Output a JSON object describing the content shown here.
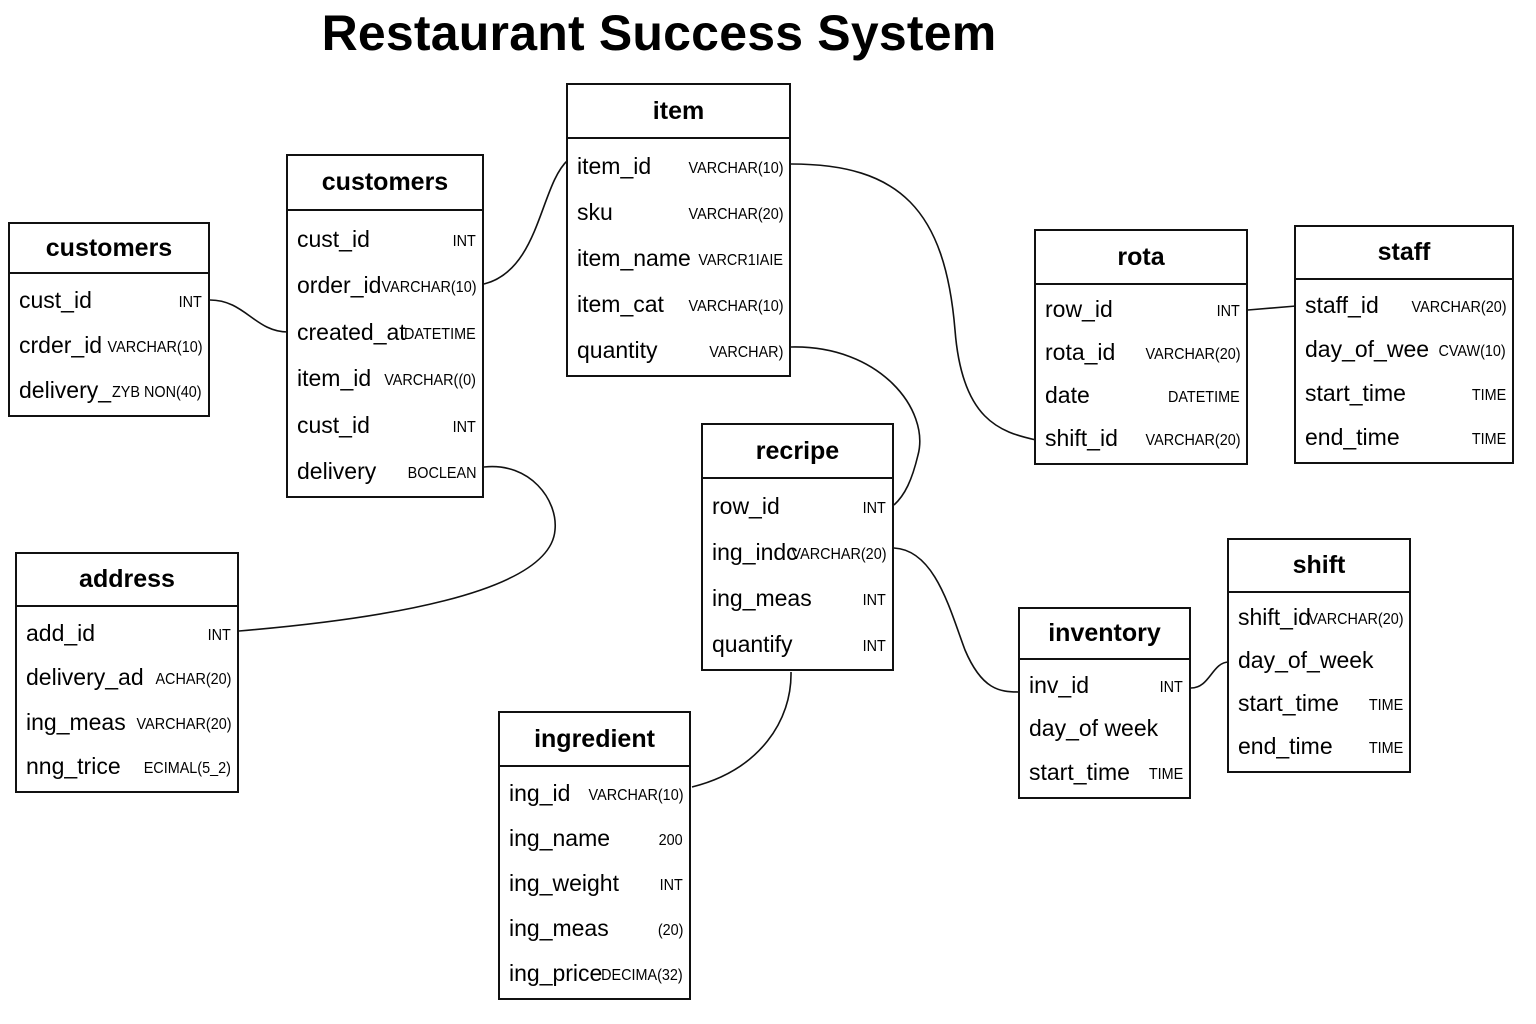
{
  "title": "Restaurant Success System",
  "tables": [
    {
      "id": "customers_a",
      "name": "customers",
      "fields": [
        {
          "name": "cust_id",
          "type": "INT"
        },
        {
          "name": "crder_id",
          "type": "VARCHAR(10)"
        },
        {
          "name": "delivery_",
          "type": "ZYB NON(40)"
        }
      ]
    },
    {
      "id": "customers_b",
      "name": "customers",
      "fields": [
        {
          "name": "cust_id",
          "type": "INT"
        },
        {
          "name": "order_id",
          "type": "VARCHAR(10)"
        },
        {
          "name": "created_at",
          "type": "DATETIME"
        },
        {
          "name": "item_id",
          "type": "VARCHAR((0)"
        },
        {
          "name": "cust_id",
          "type": "INT"
        },
        {
          "name": "delivery",
          "type": "BOCLEAN"
        }
      ]
    },
    {
      "id": "item",
      "name": "item",
      "fields": [
        {
          "name": "item_id",
          "type": "VARCHAR(10)"
        },
        {
          "name": "sku",
          "type": "VARCHAR(20)"
        },
        {
          "name": "item_name",
          "type": "VARCR1IAIE"
        },
        {
          "name": "item_cat",
          "type": "VARCHAR(10)"
        },
        {
          "name": "quantity",
          "type": "VARCHAR)"
        }
      ]
    },
    {
      "id": "rota",
      "name": "rota",
      "fields": [
        {
          "name": "row_id",
          "type": "INT"
        },
        {
          "name": "rota_id",
          "type": "VARCHAR(20)"
        },
        {
          "name": "date",
          "type": "DATETIME"
        },
        {
          "name": "shift_id",
          "type": "VARCHAR(20)"
        }
      ]
    },
    {
      "id": "staff",
      "name": "staff",
      "fields": [
        {
          "name": "staff_id",
          "type": "VARCHAR(20)"
        },
        {
          "name": "day_of_wee",
          "type": "CVAW(10)"
        },
        {
          "name": "start_time",
          "type": "TIME"
        },
        {
          "name": "end_time",
          "type": "TIME"
        }
      ]
    },
    {
      "id": "address",
      "name": "address",
      "fields": [
        {
          "name": "add_id",
          "type": "INT"
        },
        {
          "name": "delivery_ad",
          "type": "ACHAR(20)"
        },
        {
          "name": "ing_meas",
          "type": "VARCHAR(20)"
        },
        {
          "name": "nng_trice",
          "type": "ECIMAL(5_2)"
        }
      ]
    },
    {
      "id": "recripe",
      "name": "recripe",
      "fields": [
        {
          "name": "row_id",
          "type": "INT"
        },
        {
          "name": "ing_indc",
          "type": "VARCHAR(20)"
        },
        {
          "name": "ing_meas",
          "type": "INT"
        },
        {
          "name": "quantify",
          "type": "INT"
        }
      ]
    },
    {
      "id": "shift",
      "name": "shift",
      "fields": [
        {
          "name": "shift_id",
          "type": "VARCHAR(20)"
        },
        {
          "name": "day_of_week",
          "type": ""
        },
        {
          "name": "start_time",
          "type": "TIME"
        },
        {
          "name": "end_time",
          "type": "TIME"
        }
      ]
    },
    {
      "id": "inventory",
      "name": "inventory",
      "fields": [
        {
          "name": "inv_id",
          "type": "INT"
        },
        {
          "name": "day_of week",
          "type": ""
        },
        {
          "name": "start_time",
          "type": "TIME"
        }
      ]
    },
    {
      "id": "ingredient",
      "name": "ingredient",
      "fields": [
        {
          "name": "ing_id",
          "type": "VARCHAR(10)"
        },
        {
          "name": "ing_name",
          "type": "200"
        },
        {
          "name": "ing_weight",
          "type": "INT"
        },
        {
          "name": "ing_meas",
          "type": "(20)"
        },
        {
          "name": "ing_price",
          "type": "DECIMA(32)"
        }
      ]
    }
  ]
}
